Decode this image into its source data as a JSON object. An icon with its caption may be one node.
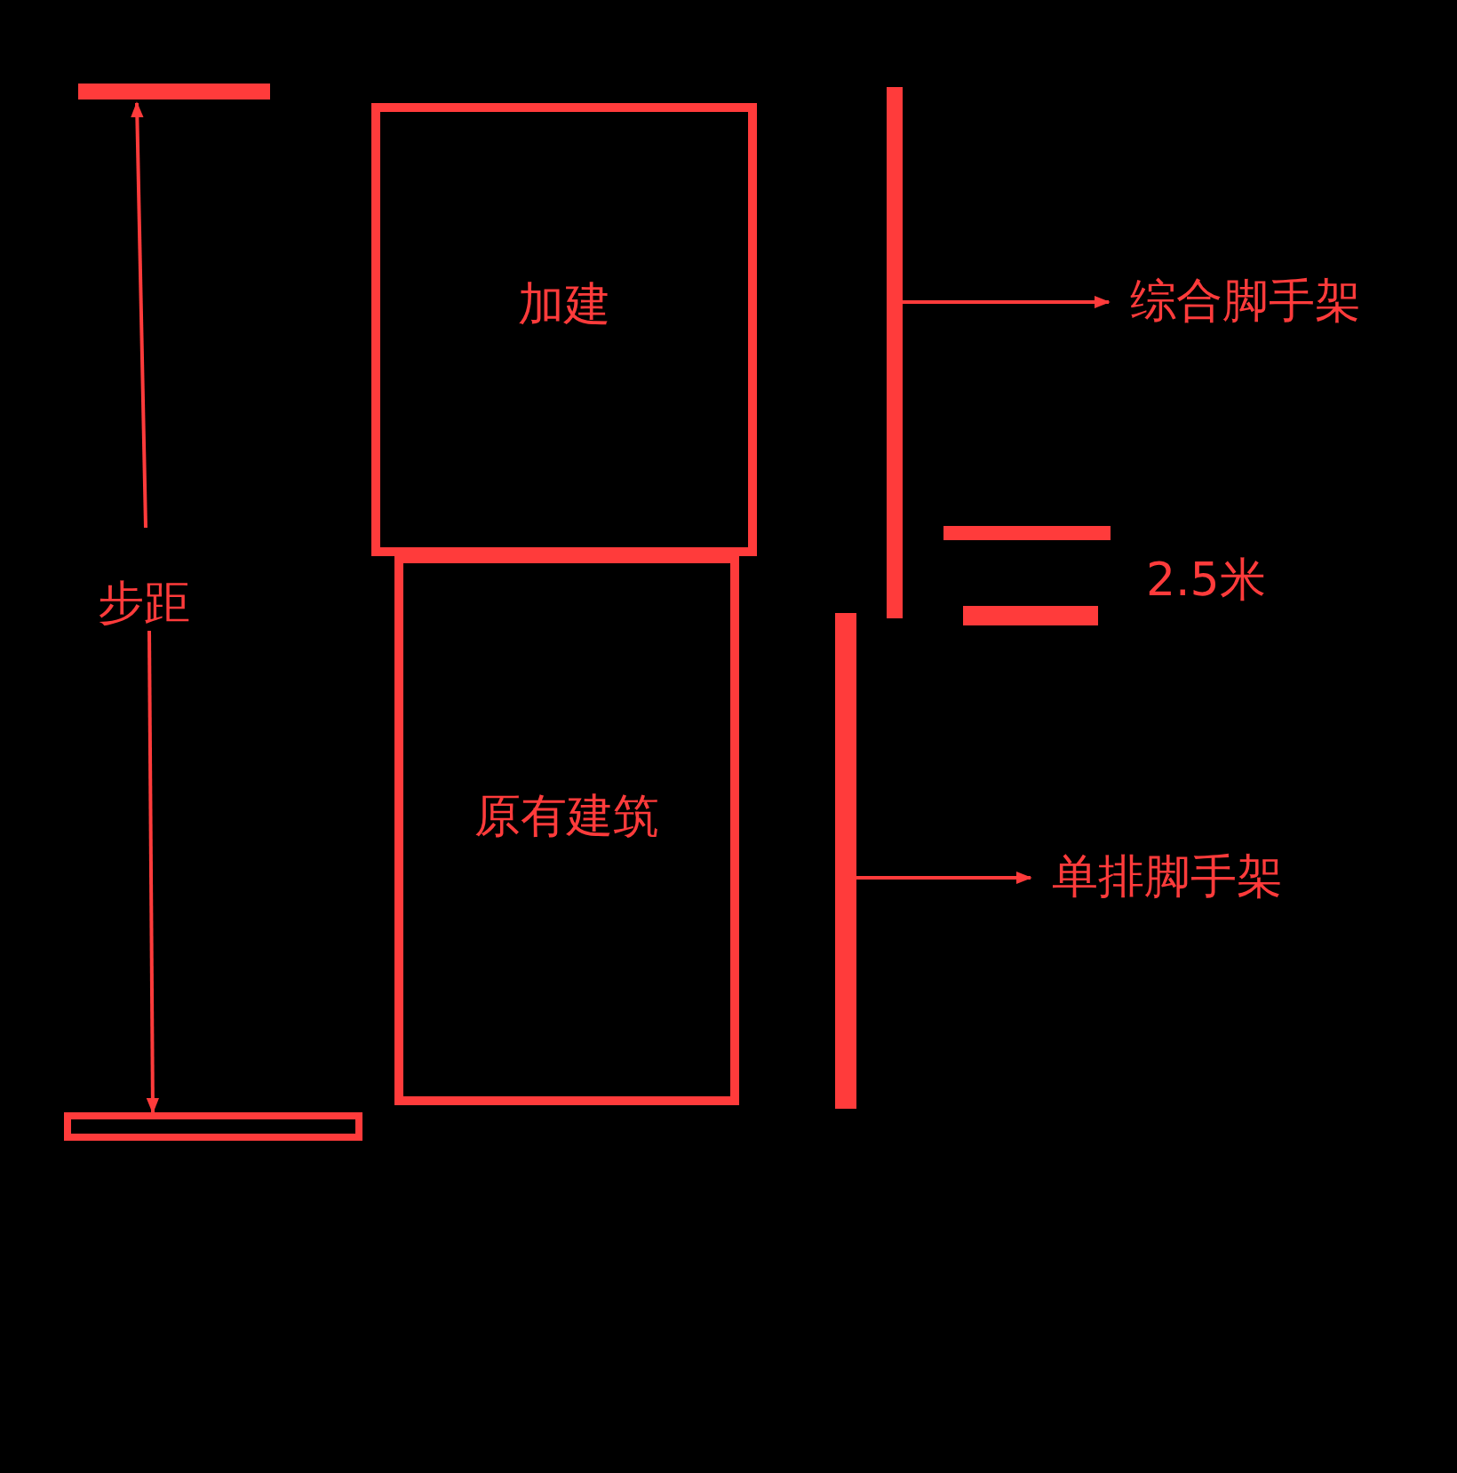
{
  "diagram": {
    "nodes": [
      {
        "text": [
          "加建"
        ]
      },
      {
        "text": [
          "原有建筑"
        ]
      },
      {
        "text": [],
        "shape": "bar"
      },
      {
        "text": [
          "综合脚手架"
        ]
      },
      {
        "text": [],
        "shape": "bar"
      },
      {
        "text": [
          "单排脚手架"
        ]
      }
    ],
    "edges": [
      {
        "from": 2,
        "to": 3,
        "arrow": "to"
      },
      {
        "from": 4,
        "to": 5,
        "arrow": "to"
      }
    ],
    "labels": [
      "步距",
      "2.5米"
    ]
  }
}
